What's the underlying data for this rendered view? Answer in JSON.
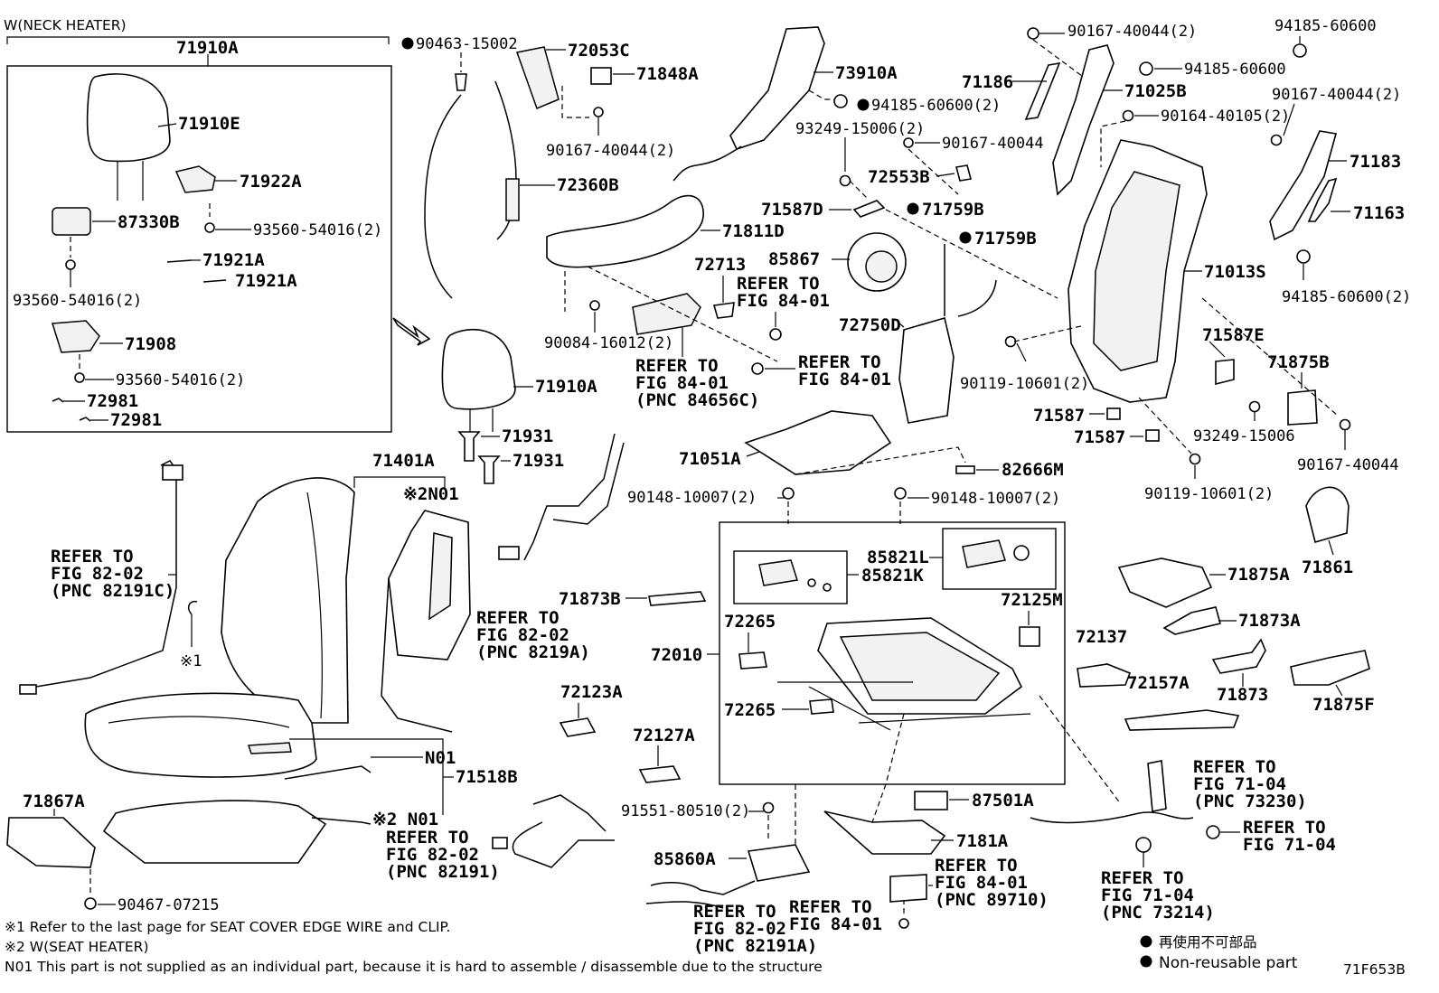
{
  "header": {
    "variant": "W(NECK HEATER)"
  },
  "labels": {
    "l_71910A_top": "71910A",
    "l_71910E": "71910E",
    "l_71922A": "71922A",
    "l_87330B": "87330B",
    "l_93560_54016_a": "93560-54016(2)",
    "l_71921A_a": "71921A",
    "l_71921A_b": "71921A",
    "l_93560_54016_b": "93560-54016(2)",
    "l_71908": "71908",
    "l_93560_54016_c": "93560-54016(2)",
    "l_72981_a": "72981",
    "l_72981_b": "72981",
    "l_90463_15002": "90463-15002",
    "l_72053C": "72053C",
    "l_71848A": "71848A",
    "l_90167_40044_2_a": "90167-40044(2)",
    "l_72360B": "72360B",
    "l_73910A": "73910A",
    "l_94185_60600_2_a": "94185-60600(2)",
    "l_93249_15006_2": "93249-15006(2)",
    "l_90167_40044_a": "90167-40044",
    "l_72553B": "72553B",
    "l_71587D": "71587D",
    "l_71759B_a": "71759B",
    "l_71759B_b": "71759B",
    "l_85867": "85867",
    "l_72750D": "72750D",
    "l_71811D": "71811D",
    "l_72713": "72713",
    "l_refer_84_01_a1": "REFER TO",
    "l_refer_84_01_a2": "FIG 84-01",
    "l_90084_16012": "90084-16012(2)",
    "l_refer_84_01_b1": "REFER TO",
    "l_refer_84_01_b2": "FIG 84-01",
    "l_refer_84_01_b3": "(PNC 84656C)",
    "l_refer_84_01_c1": "REFER TO",
    "l_refer_84_01_c2": "FIG 84-01",
    "l_71910A_mid": "71910A",
    "l_71931_a": "71931",
    "l_71931_b": "71931",
    "l_90167_40044_2_b": "90167-40044(2)",
    "l_94185_60600_top": "94185-60600",
    "l_71186": "71186",
    "l_94185_60600_b": "94185-60600",
    "l_71025B": "71025B",
    "l_90164_40105": "90164-40105(2)",
    "l_90167_40044_2_c": "90167-40044(2)",
    "l_71183": "71183",
    "l_71163": "71163",
    "l_71013S": "71013S",
    "l_94185_60600_2_b": "94185-60600(2)",
    "l_90119_10601_a": "90119-10601(2)",
    "l_71587E": "71587E",
    "l_71875B": "71875B",
    "l_71587_a": "71587",
    "l_71587_b": "71587",
    "l_93249_15006": "93249-15006",
    "l_90167_40044_b": "90167-40044",
    "l_90119_10601_b": "90119-10601(2)",
    "l_71861": "71861",
    "l_71051A": "71051A",
    "l_82666M": "82666M",
    "l_90148_a": "90148-10007(2)",
    "l_90148_b": "90148-10007(2)",
    "l_85821L": "85821L",
    "l_85821K": "85821K",
    "l_72125M": "72125M",
    "l_71873B": "71873B",
    "l_72265_a": "72265",
    "l_72010": "72010",
    "l_72265_b": "72265",
    "l_71875A": "71875A",
    "l_71873A": "71873A",
    "l_72137": "72137",
    "l_72157A": "72157A",
    "l_71873": "71873",
    "l_71875F": "71875F",
    "l_72123A": "72123A",
    "l_72127A": "72127A",
    "l_91551": "91551-80510(2)",
    "l_85860A": "85860A",
    "l_87501A": "87501A",
    "l_7181A": "7181A",
    "l_refer_84_01_d1": "REFER TO",
    "l_refer_84_01_d2": "FIG 84-01",
    "l_refer_84_01_d3": "(PNC 89710)",
    "l_refer_84_01_e1": "REFER TO",
    "l_refer_84_01_e2": "FIG 84-01",
    "l_refer_82_02_a1": "REFER TO",
    "l_refer_82_02_a2": "FIG 82-02",
    "l_refer_82_02_a3": "(PNC 82191A)",
    "l_refer_71_04_a1": "REFER TO",
    "l_refer_71_04_a2": "FIG 71-04",
    "l_refer_71_04_a3": "(PNC 73230)",
    "l_refer_71_04_b1": "REFER TO",
    "l_refer_71_04_b2": "FIG 71-04",
    "l_refer_71_04_c1": "REFER TO",
    "l_refer_71_04_c2": "FIG 71-04",
    "l_refer_71_04_c3": "(PNC 73214)",
    "l_refer_82_02_b1": "REFER TO",
    "l_refer_82_02_b2": "FIG 82-02",
    "l_refer_82_02_b3": "(PNC 82191C)",
    "l_mark1": "※1",
    "l_71401A": "71401A",
    "l_n01_top": "※2N01",
    "l_refer_82_02_c1": "REFER TO",
    "l_refer_82_02_c2": "FIG 82-02",
    "l_refer_82_02_c3": "(PNC 8219A)",
    "l_n01_mid": "N01",
    "l_71518B": "71518B",
    "l_n01_bot": "※2 N01",
    "l_71867A": "71867A",
    "l_refer_82_02_d1": "REFER TO",
    "l_refer_82_02_d2": "FIG 82-02",
    "l_refer_82_02_d3": "(PNC 82191)",
    "l_90467_07215": "90467-07215"
  },
  "notes": {
    "note1": "※1 Refer to the last page for SEAT COVER EDGE WIRE and CLIP.",
    "note2": "※2 W(SEAT HEATER)",
    "note3": "N01 This part is not supplied as an individual part, because it is hard to assemble / disassemble due to the structure"
  },
  "legend": {
    "jp": "再使用不可部品",
    "en": "Non-reusable part"
  },
  "figure_code": "71F653B"
}
